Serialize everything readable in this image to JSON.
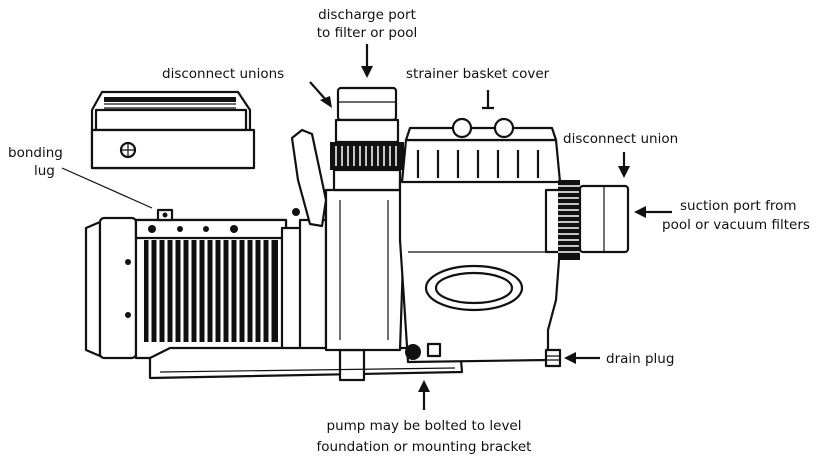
{
  "labels": {
    "discharge_line1": "discharge port",
    "discharge_line2": "to filter or pool",
    "disconnect_unions": "disconnect unions",
    "strainer_cover": "strainer basket cover",
    "bonding_line1": "bonding",
    "bonding_line2": "lug",
    "disconnect_union": "disconnect union",
    "suction_line1": "suction port from",
    "suction_line2": "pool or vacuum filters",
    "drain_plug": "drain plug",
    "bottom_line1": "pump may be bolted to level",
    "bottom_line2": "foundation or mounting bracket"
  }
}
